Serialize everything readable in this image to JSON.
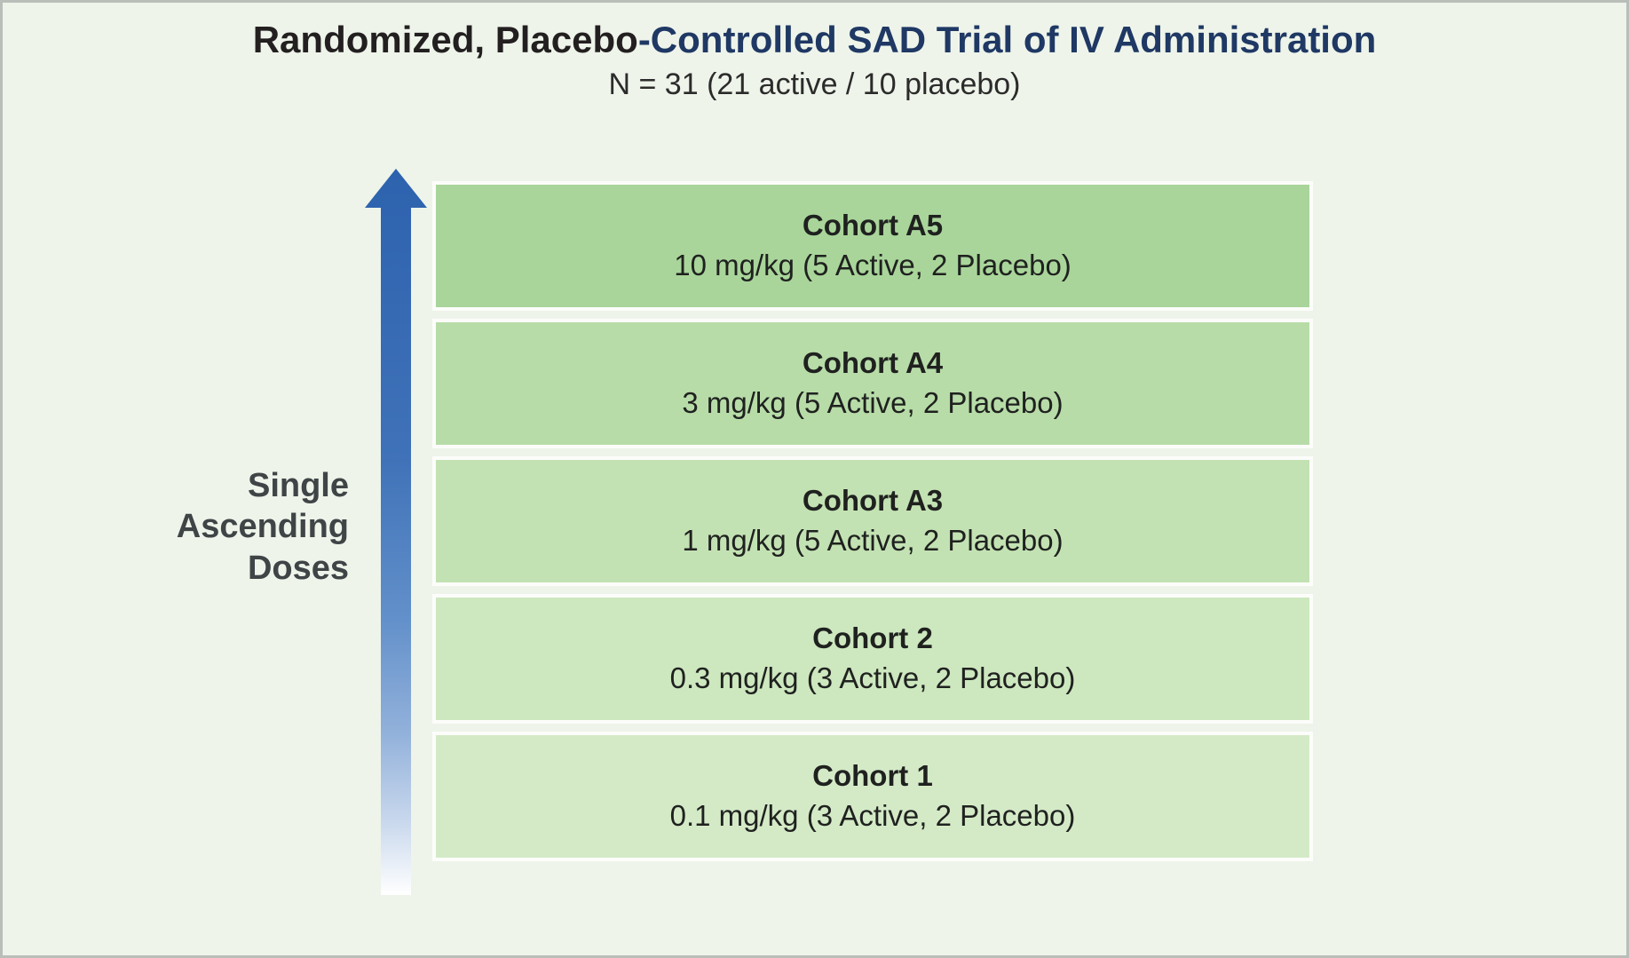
{
  "header": {
    "title_black": "Randomized, Placebo",
    "title_navy": "-Controlled SAD Trial of IV Administration",
    "subtitle": "N = 31 (21 active / 10 placebo)"
  },
  "side_label": {
    "lines": [
      "Single",
      "Ascending",
      "Doses"
    ]
  },
  "cohorts": [
    {
      "name": "Cohort A5",
      "dose": "10 mg/kg (5 Active, 2 Placebo)",
      "color": "#a9d59a"
    },
    {
      "name": "Cohort A4",
      "dose": "3 mg/kg (5 Active, 2 Placebo)",
      "color": "#b7dca8"
    },
    {
      "name": "Cohort A3",
      "dose": "1 mg/kg (5 Active, 2 Placebo)",
      "color": "#c3e2b3"
    },
    {
      "name": "Cohort 2",
      "dose": "0.3 mg/kg (3 Active, 2 Placebo)",
      "color": "#cde7bf"
    },
    {
      "name": "Cohort 1",
      "dose": "0.1 mg/kg (3 Active, 2 Placebo)",
      "color": "#d4eac7"
    }
  ],
  "icons": {
    "dose_escalation": "ascending-arrow-icon"
  },
  "colors": {
    "background": "#eef4ea",
    "frame": "#b9beb9",
    "title_black": "#231f20",
    "title_navy": "#1f3864",
    "subtitle": "#2b2b2b",
    "label": "#3f4446",
    "box_stroke": "#fcfdfa",
    "box_text": "#1f211f",
    "arrow_top": "#2d62ae",
    "arrow_bottom": "#ffffff"
  }
}
